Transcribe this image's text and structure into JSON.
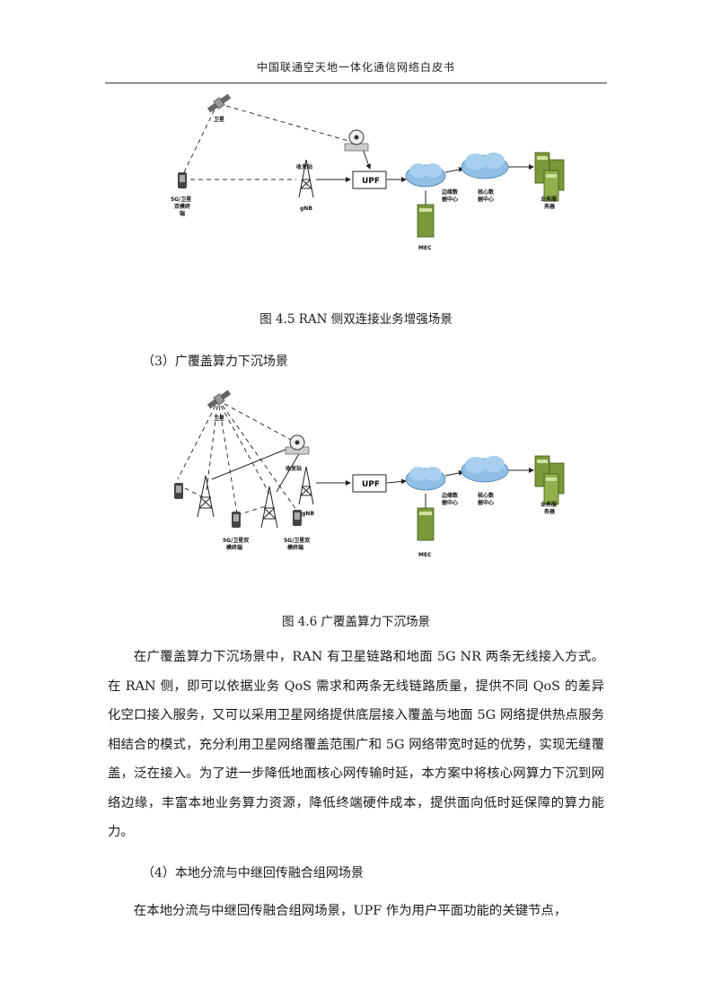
{
  "header": {
    "title": "中国联通空天地一体化通信网络白皮书"
  },
  "figure1": {
    "caption": "图 4.5 RAN 侧双连接业务增强场景",
    "labels": {
      "satellite": "卫星",
      "terminal": "5G/卫星\n双模终\n端",
      "gnb_site": "收发站",
      "gnb": "gNB",
      "upf": "UPF",
      "edge_dc": "边缘数\n据中心",
      "core_dc": "核心数\n据中心",
      "service": "业务服\n务器",
      "mec": "MEC"
    }
  },
  "section3": {
    "heading": "（3）广覆盖算力下沉场景"
  },
  "figure2": {
    "caption": "图 4.6  广覆盖算力下沉场景",
    "labels": {
      "satellite": "卫星",
      "gnb_site": "收发站",
      "gnb": "gNB",
      "terminal_a": "5G/卫星双\n模终端",
      "terminal_b": "5G/卫星双\n模终端",
      "upf": "UPF",
      "edge_dc": "边缘数\n据中心",
      "core_dc": "核心数\n据中心",
      "service": "业务服\n务器",
      "mec": "MEC"
    }
  },
  "paragraph1": "在广覆盖算力下沉场景中，RAN 有卫星链路和地面 5G NR 两条无线接入方式。在 RAN 侧，即可以依据业务 QoS 需求和两条无线链路质量，提供不同 QoS 的差异化空口接入服务，又可以采用卫星网络提供底层接入覆盖与地面 5G 网络提供热点服务相结合的模式，充分利用卫星网络覆盖范围广和 5G 网络带宽时延的优势，实现无缝覆盖，泛在接入。为了进一步降低地面核心网传输时延，本方案中将核心网算力下沉到网络边缘，丰富本地业务算力资源，降低终端硬件成本，提供面向低时延保障的算力能力。",
  "section4": {
    "heading": "（4）本地分流与中继回传融合组网场景"
  },
  "paragraph2": "在本地分流与中继回传融合组网场景，UPF 作为用户平面功能的关键节点，"
}
